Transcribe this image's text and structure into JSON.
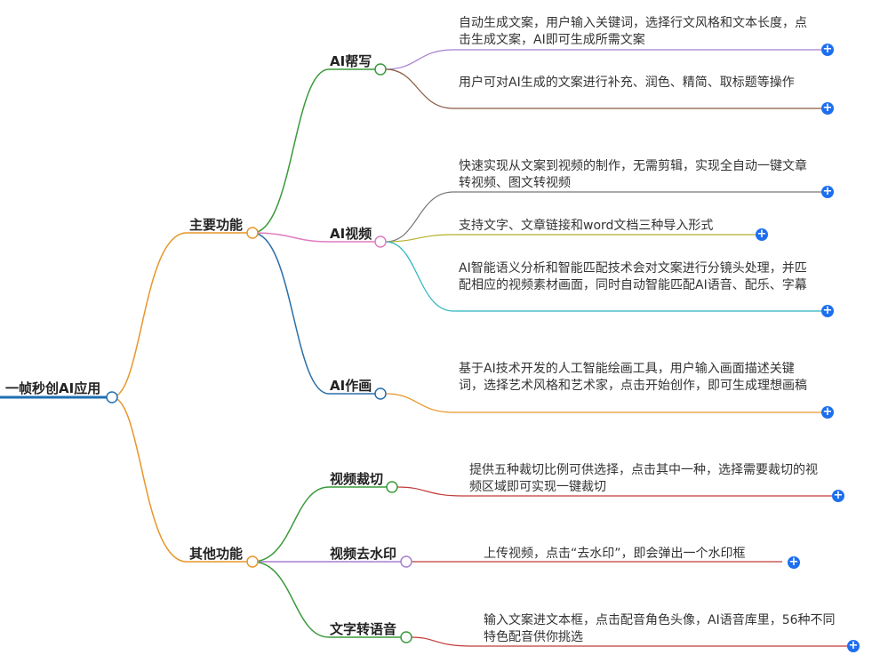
{
  "root": {
    "label": "一帧秒创AI应用"
  },
  "branches": [
    {
      "label": "主要功能",
      "children": [
        {
          "label": "AI帮写",
          "leaves": [
            "自动生成文案，用户输入关键词，选择行文风格和文本长度，点击生成文案，AI即可生成所需文案",
            "用户可对AI生成的文案进行补充、润色、精简、取标题等操作"
          ]
        },
        {
          "label": "AI视频",
          "leaves": [
            "快速实现从文案到视频的制作，无需剪辑，实现全自动一键文章转视频、图文转视频",
            "支持文字、文章链接和word文档三种导入形式",
            "AI智能语义分析和智能匹配技术会对文案进行分镜头处理，并匹配相应的视频素材画面，同时自动智能匹配AI语音、配乐、字幕"
          ]
        },
        {
          "label": "AI作画",
          "leaves": [
            "基于AI技术开发的人工智能绘画工具，用户输入画面描述关键词，选择艺术风格和艺术家，点击开始创作，即可生成理想画稿"
          ]
        }
      ]
    },
    {
      "label": "其他功能",
      "children": [
        {
          "label": "视频裁切",
          "leaves": [
            "提供五种裁切比例可供选择，点击其中一种，选择需要裁切的视频区域即可实现一键裁切"
          ]
        },
        {
          "label": "视频去水印",
          "leaves": [
            "上传视频，点击“去水印”，即会弹出一个水印框"
          ]
        },
        {
          "label": "文字转语音",
          "leaves": [
            "输入文案进文本框，点击配音角色头像，AI语音库里，56种不同特色配音供你挑选"
          ]
        }
      ]
    }
  ],
  "colors": {
    "root_line": "#1f6fb2",
    "branch_line": "#e8962a",
    "main_helpwrite": "#3a9a3a",
    "main_video": "#e07bc0",
    "main_draw": "#2a6ea8",
    "other_crop": "#3a9a3a",
    "other_watermark": "#a67fd0",
    "other_tts": "#3a9a3a",
    "leaf_purple": "#a67fd0",
    "leaf_brown": "#8a5a44",
    "leaf_gray": "#777777",
    "leaf_olive": "#b5b02a",
    "leaf_teal": "#2ab5c0",
    "leaf_orange": "#e8962a",
    "leaf_red": "#c23a3a",
    "plus_blue": "#1e6ff0"
  }
}
